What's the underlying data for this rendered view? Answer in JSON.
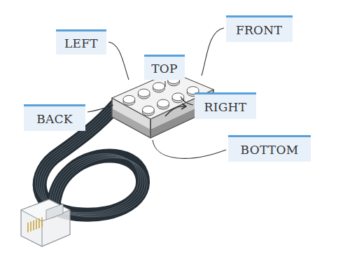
{
  "diagram": {
    "nodes": [
      {
        "text": [
          "LEFT"
        ]
      },
      {
        "text": [
          "FRONT"
        ]
      },
      {
        "text": [
          "TOP"
        ]
      },
      {
        "text": [
          "BACK"
        ]
      },
      {
        "text": [
          "RIGHT"
        ]
      },
      {
        "text": [
          "BOTTOM"
        ]
      }
    ]
  }
}
